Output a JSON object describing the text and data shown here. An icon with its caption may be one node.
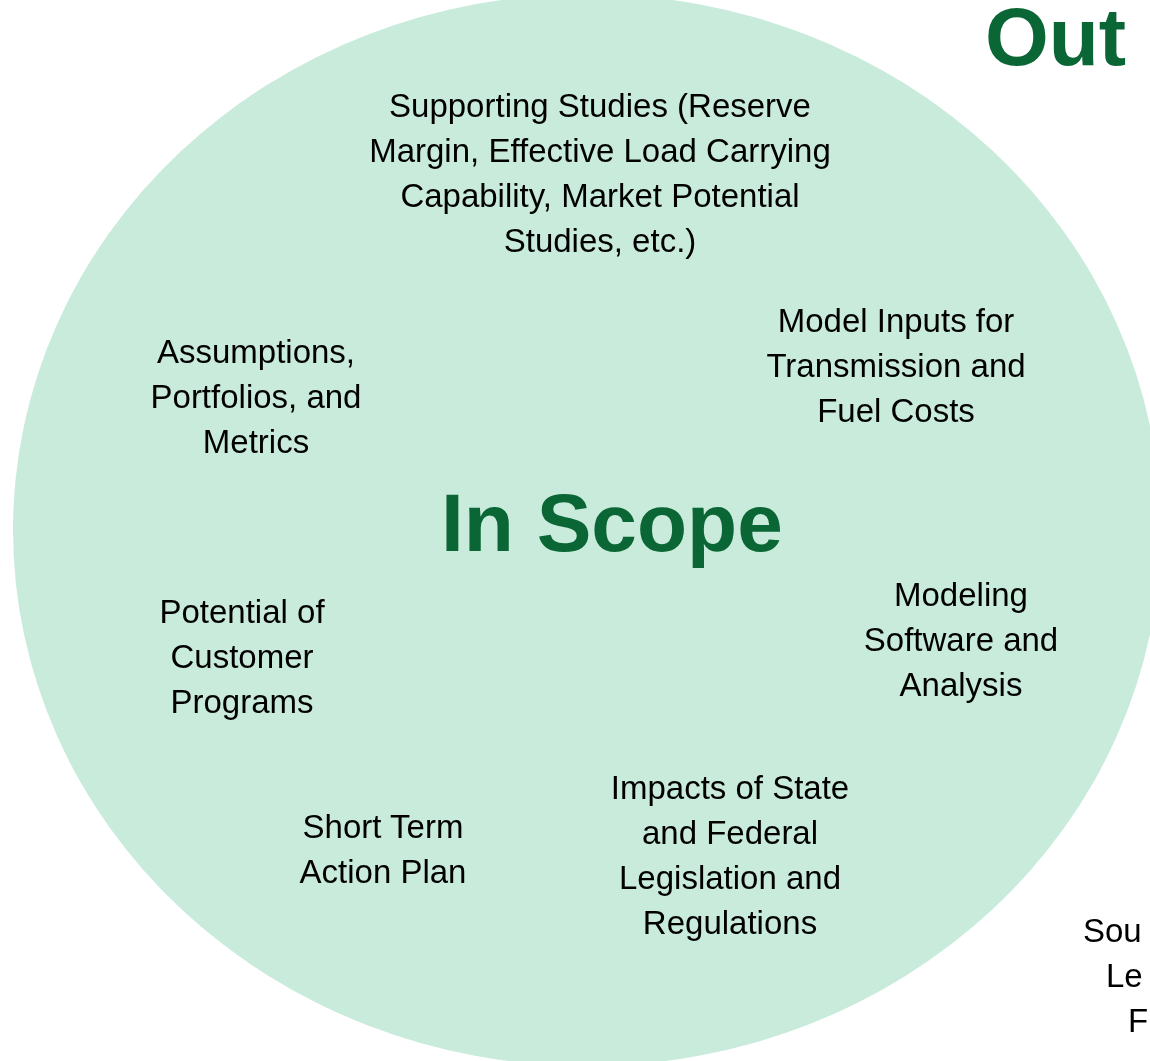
{
  "diagram": {
    "nodes": [
      {
        "text": [
          "Supporting Studies (Reserve Margin, Effective Load Carrying Capability, Market Potential Studies, etc.)",
          "Model Inputs for Transmission and Fuel Costs",
          "Assumptions, Portfolios, and Metrics",
          "In Scope",
          "Potential of Customer Programs",
          "Modeling Software and Analysis",
          "Short Term Action Plan",
          "Impacts of State and Federal Legislation and Regulations"
        ]
      }
    ],
    "labels": [
      "Out",
      "Sou",
      "Le",
      "F"
    ]
  }
}
